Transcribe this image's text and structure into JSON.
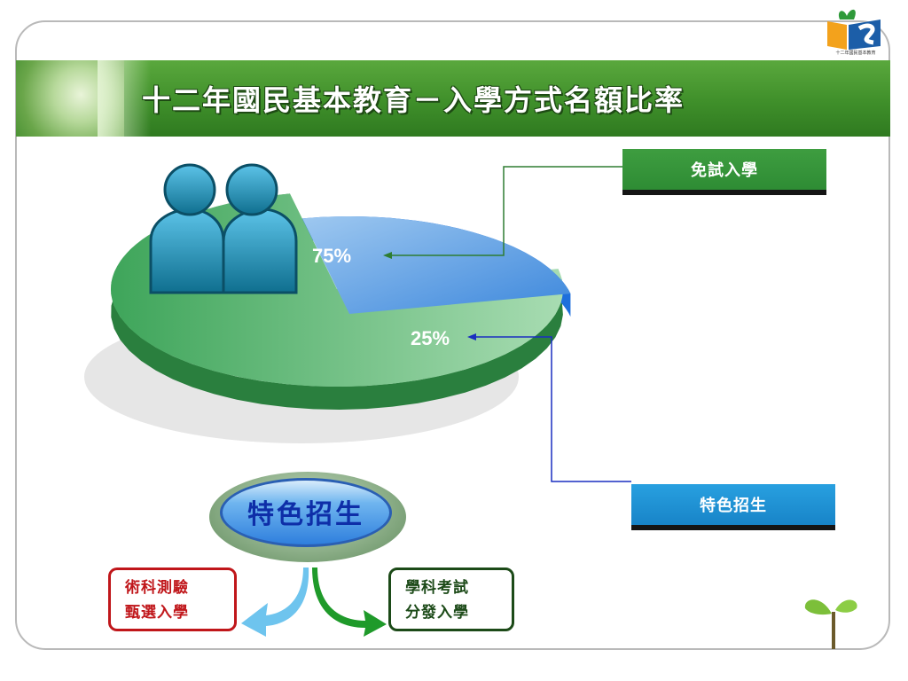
{
  "title": "十二年國民基本教育－入學方式名額比率",
  "logo_caption": "十二年國民基本教育",
  "chart_data": {
    "type": "pie",
    "categories": [
      "免試入學",
      "特色招生"
    ],
    "values": [
      75,
      25
    ],
    "labels": [
      "75%",
      "25%"
    ],
    "colors": [
      "#3ea55a",
      "#2f86d8"
    ],
    "title": "",
    "legend": [
      "免試入學",
      "特色招生"
    ]
  },
  "legend_items": [
    {
      "label": "免試入學",
      "color": "#2e8c34"
    },
    {
      "label": "特色招生",
      "color": "#1884c8"
    }
  ],
  "bubble_label": "特色招生",
  "methods": [
    {
      "line1": "術科測驗",
      "line2": "甄選入學",
      "color": "#c0161a"
    },
    {
      "line1": "學科考試",
      "line2": "分發入學",
      "color": "#1c4a18"
    }
  ],
  "icons": [
    "logo-book-icon",
    "people-icon",
    "seedling-icon"
  ]
}
